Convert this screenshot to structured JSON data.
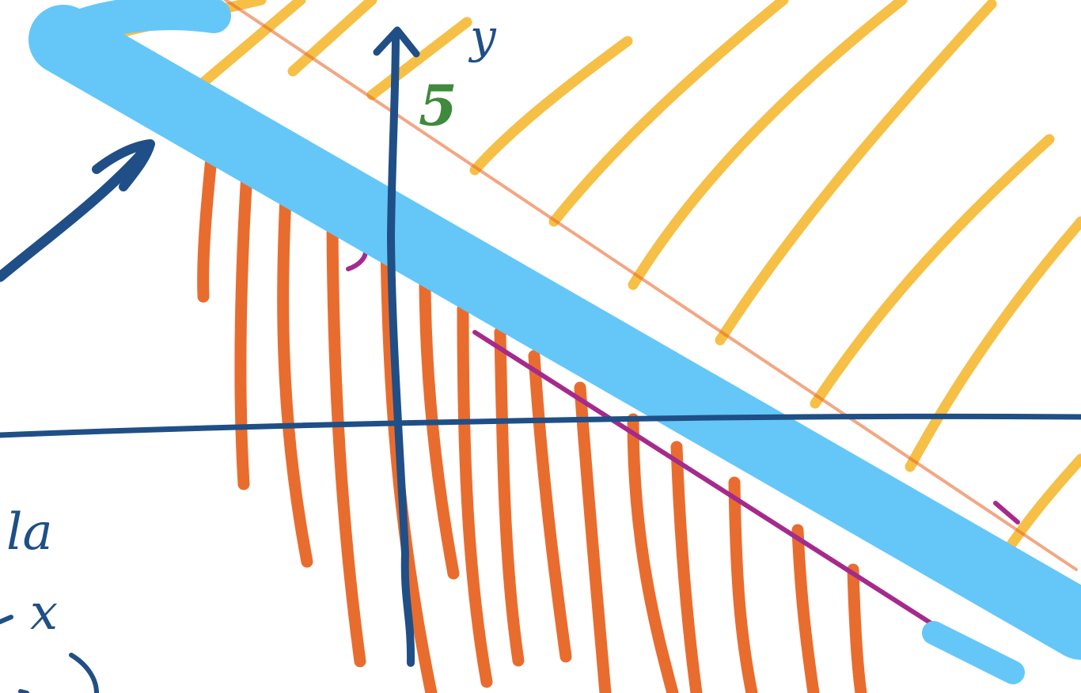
{
  "diagram": {
    "axis_labels": {
      "y": "y",
      "x": "x"
    },
    "annotations": {
      "intercept_value": "5",
      "partial_word": "la"
    },
    "colors": {
      "background": "#ffffff",
      "axis_ink": "#1f4f86",
      "region_above_hatch": "#f6c046",
      "region_below_hatch": "#e96c2f",
      "boundary_line_highlight": "#64c7f8",
      "boundary_underline": "#a52a8c",
      "intercept_ink": "#3f8a3c"
    }
  }
}
